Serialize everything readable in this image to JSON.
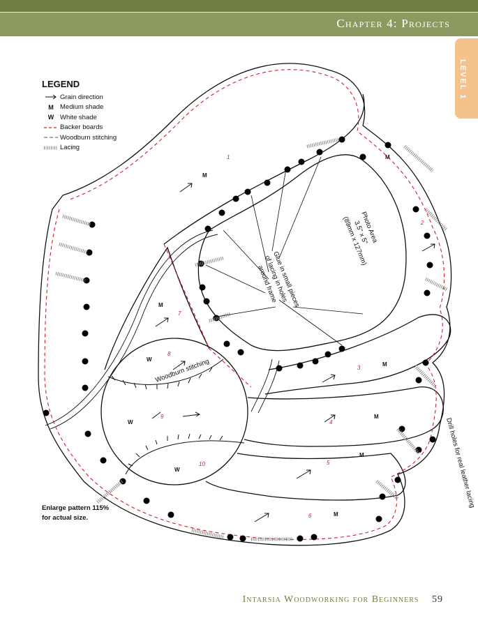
{
  "header": {
    "title": "Chapter 4: Projects"
  },
  "level_tab": {
    "label": "LEVEL 1"
  },
  "legend": {
    "title": "LEGEND",
    "items": [
      {
        "symbol": "→",
        "label": "Grain direction"
      },
      {
        "symbol": "M",
        "label": "Medium shade"
      },
      {
        "symbol": "W",
        "label": "White shade"
      },
      {
        "symbol": "- - -",
        "label": "Backer boards"
      },
      {
        "symbol": "— —",
        "label": "Woodburn stitching"
      },
      {
        "symbol": "IIIIIIII",
        "label": "Lacing"
      }
    ]
  },
  "annotations": {
    "photo_area": [
      "Photo Area",
      "3.5\" x 5\"",
      "(89mm x 127mm)"
    ],
    "glue": [
      "Glue in small pieces",
      "of lacing in holes",
      "around frame"
    ],
    "woodburn": "Woodburn stitching",
    "drill": "Drill holes for real leather lacing",
    "enlarge": "Enlarge pattern 115% for actual size."
  },
  "piece_numbers": [
    "1",
    "2",
    "3",
    "4",
    "5",
    "6",
    "7",
    "8",
    "9",
    "10"
  ],
  "shade_letters": {
    "M": "M",
    "W": "W"
  },
  "footer": {
    "book_title": "Intarsia Woodworking for Beginners",
    "page_number": "59"
  }
}
